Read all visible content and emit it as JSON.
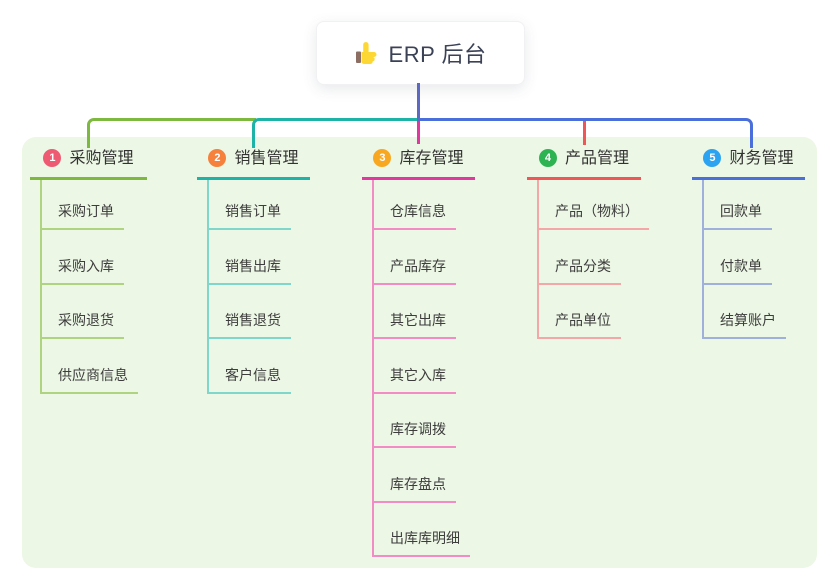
{
  "root": {
    "title": "ERP 后台",
    "icon": "thumbs-up-icon"
  },
  "panel": {
    "bg": "#ecf7e5"
  },
  "connector": {
    "stem_color": "#5b68c4"
  },
  "branches": [
    {
      "number": "1",
      "label": "采购管理",
      "circle_color": "#ee5a71",
      "line_color": "#7cb93e",
      "light_color": "#aed381",
      "items": [
        "采购订单",
        "采购入库",
        "采购退货",
        "供应商信息"
      ]
    },
    {
      "number": "2",
      "label": "销售管理",
      "circle_color": "#f5813c",
      "line_color": "#1db4a7",
      "light_color": "#7fd6ca",
      "items": [
        "销售订单",
        "销售出库",
        "销售退货",
        "客户信息"
      ]
    },
    {
      "number": "3",
      "label": "库存管理",
      "circle_color": "#f8a820",
      "line_color": "#e0389e",
      "light_color": "#f18cc7",
      "items": [
        "仓库信息",
        "产品库存",
        "其它出库",
        "其它入库",
        "库存调拨",
        "库存盘点",
        "出库库明细"
      ]
    },
    {
      "number": "4",
      "label": "产品管理",
      "circle_color": "#2eb353",
      "line_color": "#f15656",
      "light_color": "#f5a6a6",
      "items": [
        "产品（物料）",
        "产品分类",
        "产品单位"
      ]
    },
    {
      "number": "5",
      "label": "财务管理",
      "circle_color": "#2ca3f0",
      "line_color": "#4a6fdb",
      "light_color": "#9fb0dc",
      "items": [
        "回款单",
        "付款单",
        "结算账户"
      ]
    }
  ]
}
